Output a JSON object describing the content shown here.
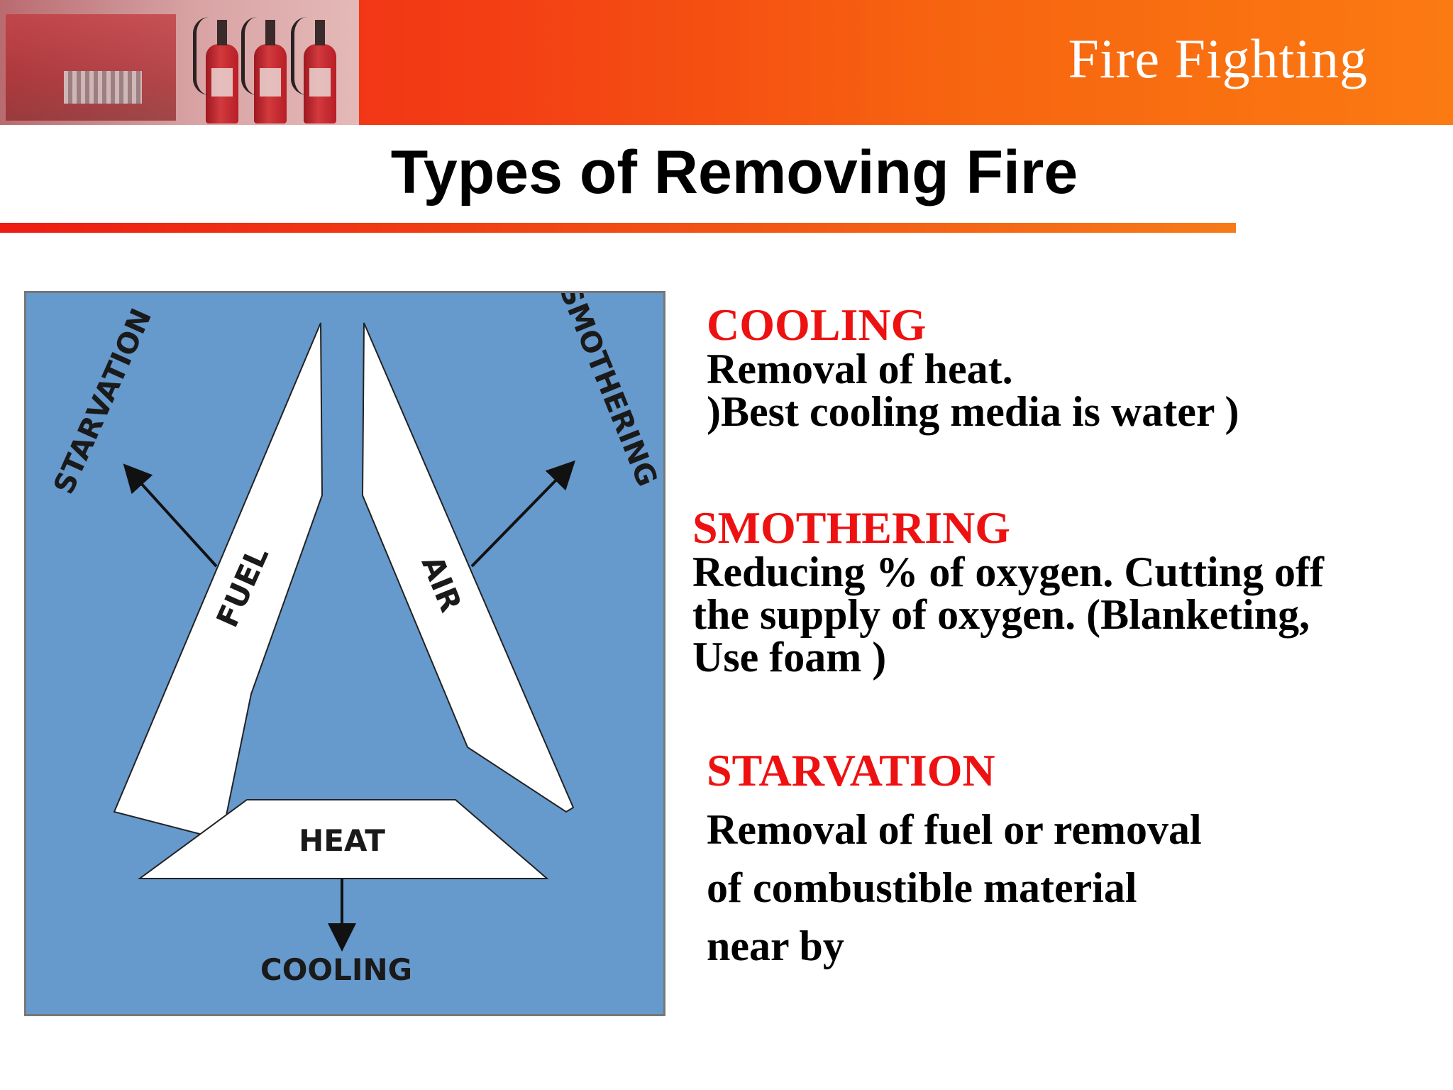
{
  "header": {
    "banner_title": "Fire Fighting"
  },
  "slide": {
    "title": "Types of Removing Fire"
  },
  "diagram": {
    "sides": [
      "FUEL",
      "AIR",
      "HEAT"
    ],
    "methods": [
      "STARVATION",
      "SMOTHERING",
      "COOLING"
    ]
  },
  "descriptions": {
    "cooling": {
      "heading": "COOLING",
      "lines": [
        "Removal of  heat.",
        ")Best cooling media is water )"
      ]
    },
    "smothering": {
      "heading": "SMOTHERING",
      "lines": [
        "Reducing % of oxygen. Cutting off",
        "the supply of oxygen. (Blanketing,",
        "Use foam )"
      ]
    },
    "starvation": {
      "heading": "STARVATION",
      "lines": [
        "Removal of fuel or removal",
        "of combustible material",
        "near by"
      ]
    }
  },
  "colors": {
    "banner_start": "#f0241a",
    "banner_end": "#fb7a12",
    "heading_red": "#ee1111",
    "diagram_bg": "#6699cc"
  }
}
